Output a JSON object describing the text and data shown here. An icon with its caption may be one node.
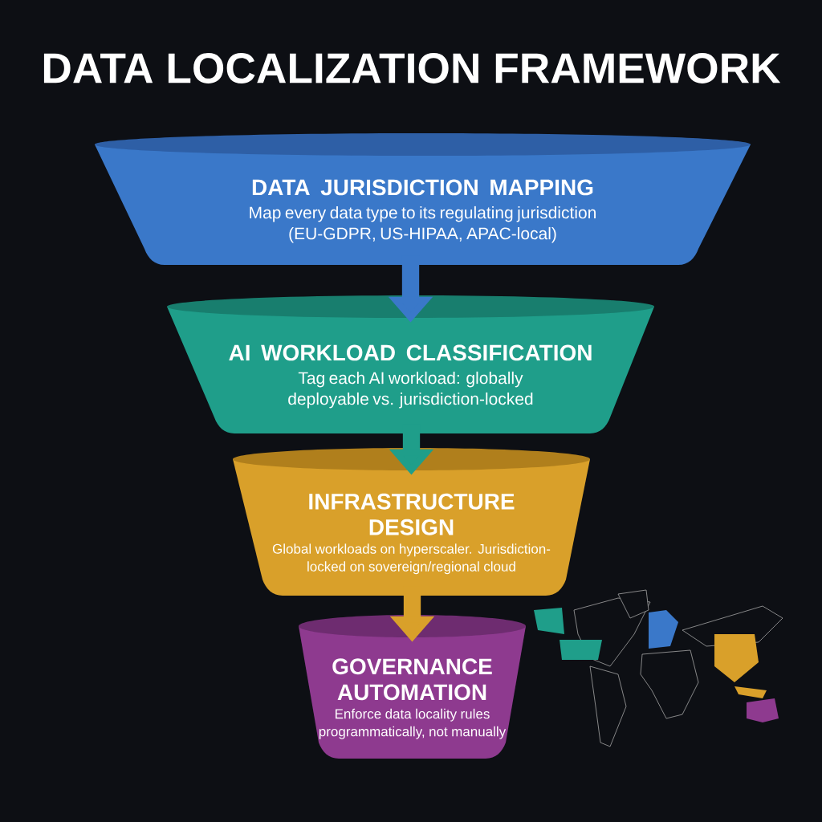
{
  "diagram": {
    "title": "DATA LOCALIZATION FRAMEWORK",
    "nodes": [
      {
        "text": [
          "DATA JURISDICTION MAPPING",
          "Map every data type to its regulating jurisdiction (EU-GDPR, US-HIPAA, APAC-local)"
        ]
      },
      {
        "text": [
          "AI WORKLOAD CLASSIFICATION",
          "Tag each AI workload: globally deployable vs. jurisdiction-locked"
        ]
      },
      {
        "text": [
          "INFRASTRUCTURE DESIGN",
          "Global workloads on hyperscaler. Jurisdiction-locked on sovereign/regional cloud"
        ]
      },
      {
        "text": [
          "GOVERNANCE AUTOMATION",
          "Enforce data locality rules programmatically, not manually"
        ]
      }
    ],
    "edges": [
      {
        "from": 0,
        "to": 1,
        "arrow": "to",
        "color": "#3a78c9"
      },
      {
        "from": 1,
        "to": 2,
        "arrow": "to",
        "color": "#1f9e8a"
      },
      {
        "from": 2,
        "to": 3,
        "arrow": "to",
        "color": "#d9a02a"
      }
    ]
  }
}
